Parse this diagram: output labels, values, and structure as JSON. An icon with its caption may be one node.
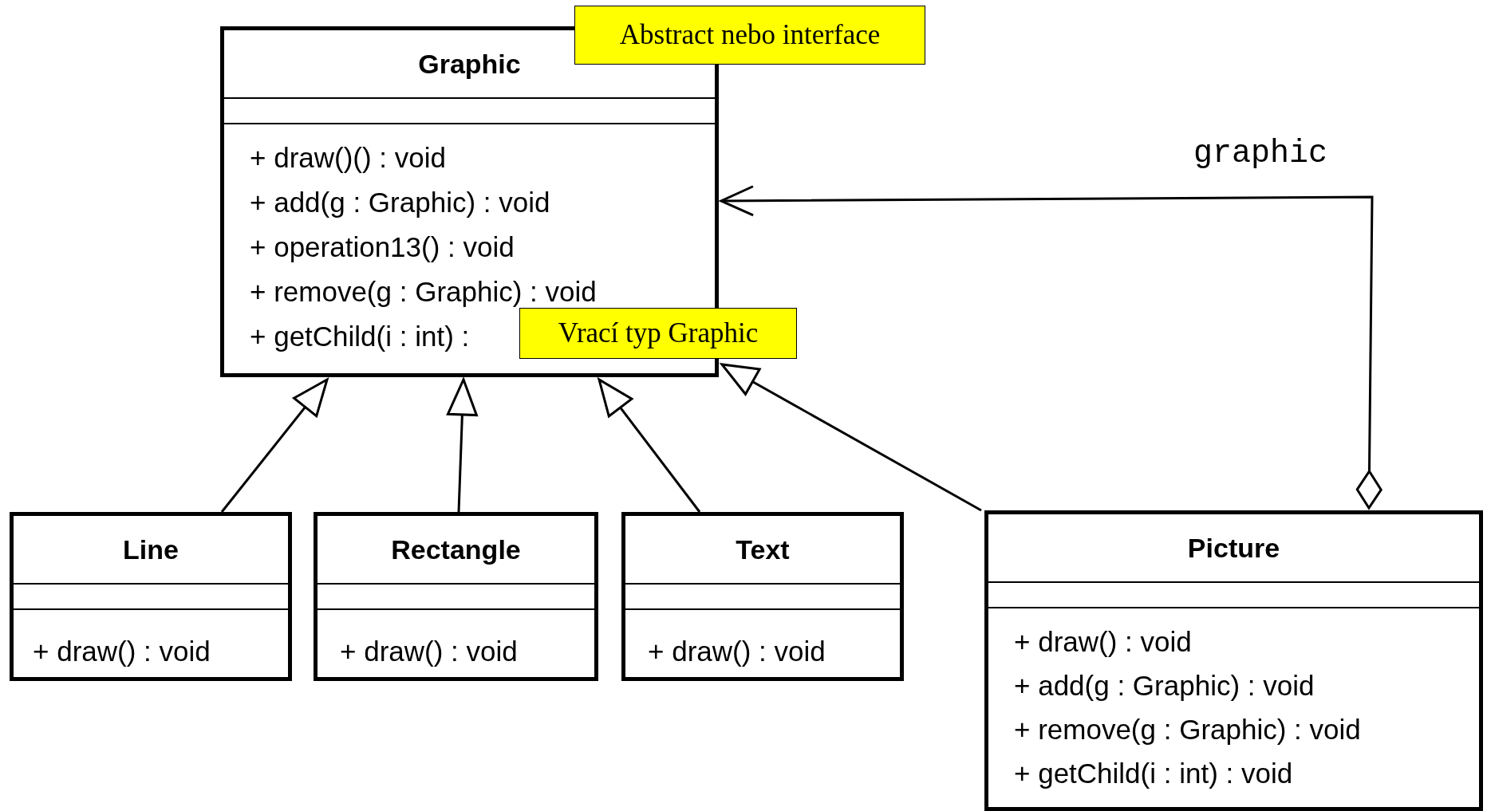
{
  "diagram": {
    "nodes": [
      {
        "text": [
          "Graphic",
          "+ draw()() : void",
          "+ add(g : Graphic) : void",
          "+ operation13() : void",
          "+ remove(g : Graphic) : void",
          "+ getChild(i : int) :"
        ]
      },
      {
        "text": [
          "Abstract nebo interface"
        ]
      },
      {
        "text": [
          "Vrací typ Graphic"
        ]
      },
      {
        "text": [
          "Line",
          "+ draw() : void"
        ]
      },
      {
        "text": [
          "Rectangle",
          "+ draw() : void"
        ]
      },
      {
        "text": [
          "Text",
          "+ draw() : void"
        ]
      },
      {
        "text": [
          "Picture",
          "+ draw() : void",
          "+ add(g : Graphic) : void",
          "+ remove(g : Graphic) : void",
          "+ getChild(i : int) : void"
        ]
      }
    ],
    "edges": [
      {
        "from": 3,
        "to": 0,
        "arrow": "to"
      },
      {
        "from": 4,
        "to": 0,
        "arrow": "to"
      },
      {
        "from": 5,
        "to": 0,
        "arrow": "to"
      },
      {
        "from": 6,
        "to": 0,
        "arrow": "to"
      },
      {
        "from": 6,
        "to": 0,
        "arrow": "to",
        "label": "graphic"
      }
    ]
  }
}
